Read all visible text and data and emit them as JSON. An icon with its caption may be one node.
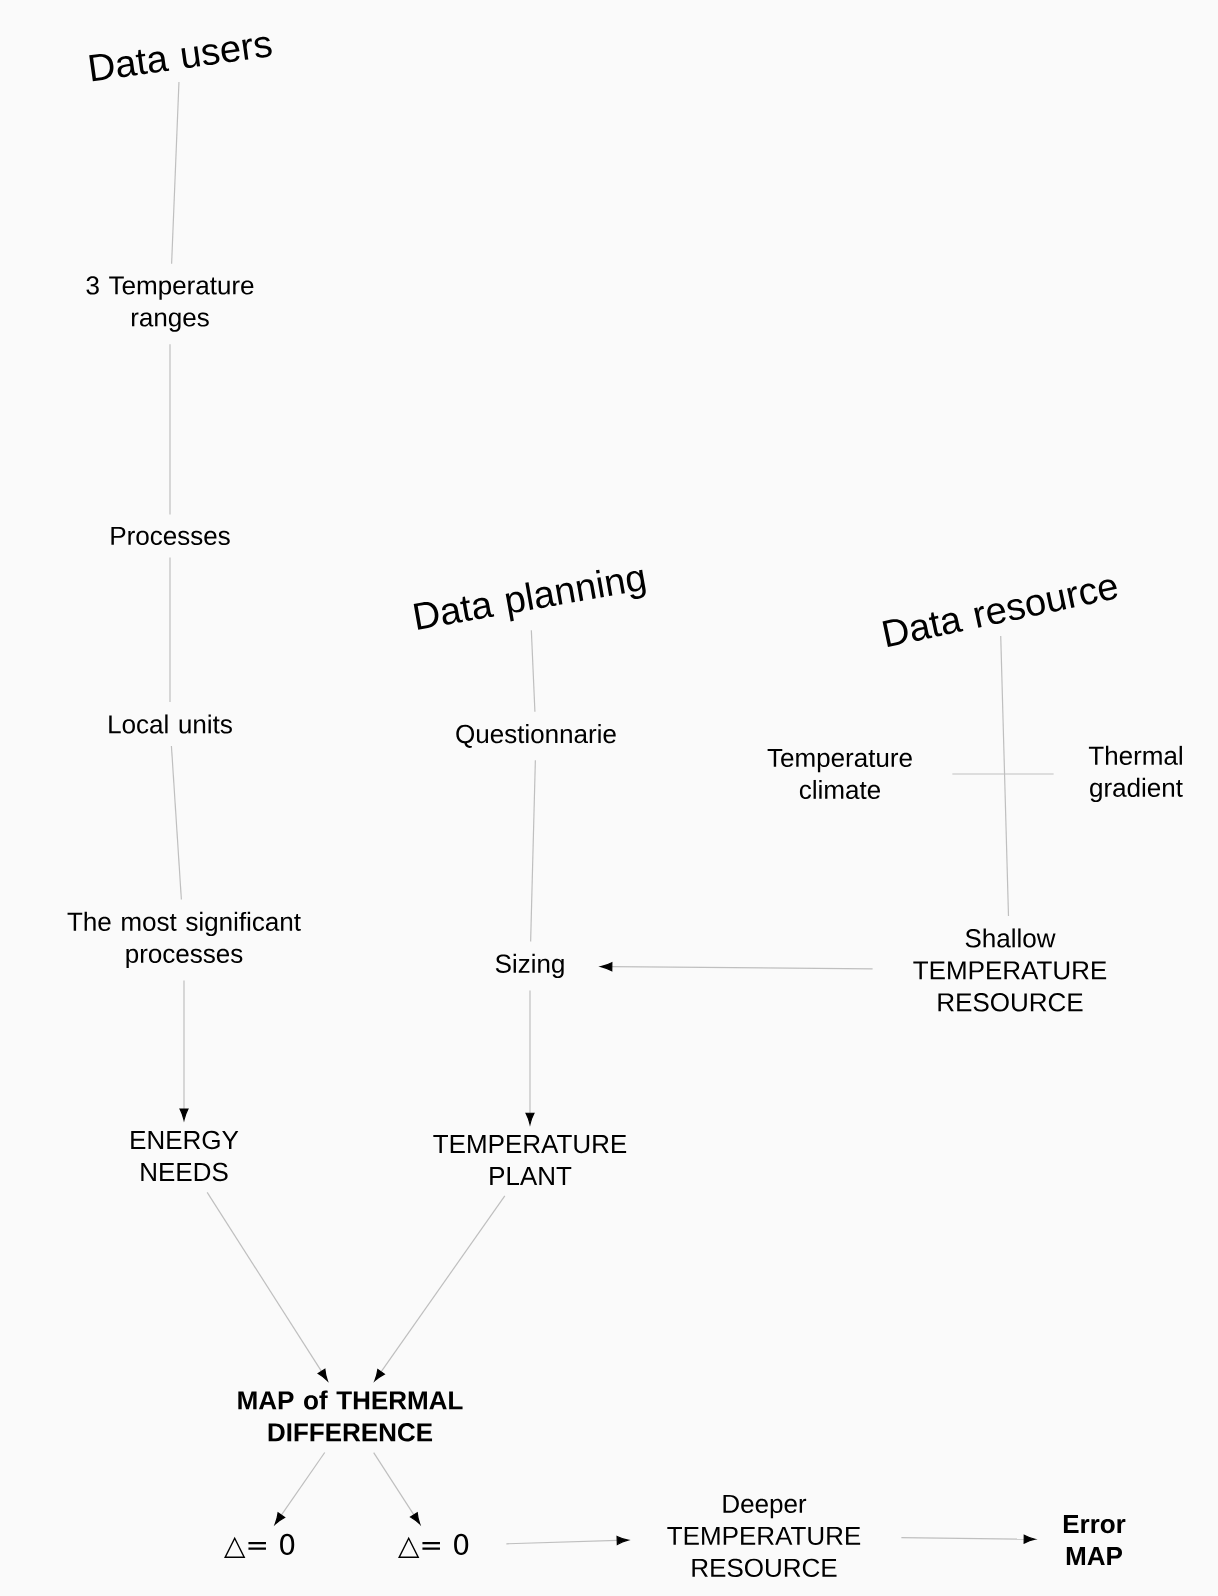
{
  "diagram": {
    "nodes": [
      {
        "text": [
          "Data users"
        ]
      },
      {
        "text": [
          "3 Temperature ranges"
        ]
      },
      {
        "text": [
          "Processes"
        ]
      },
      {
        "text": [
          "Local units"
        ]
      },
      {
        "text": [
          "The most significant processes"
        ]
      },
      {
        "text": [
          "ENERGY NEEDS"
        ]
      },
      {
        "text": [
          "Data planning"
        ]
      },
      {
        "text": [
          "Questionnarie"
        ]
      },
      {
        "text": [
          "Sizing"
        ]
      },
      {
        "text": [
          "TEMPERATURE PLANT"
        ]
      },
      {
        "text": [
          "Data resource"
        ]
      },
      {
        "text": [
          "Temperature climate"
        ]
      },
      {
        "text": [
          "Thermal gradient"
        ]
      },
      {
        "text": [
          "Shallow TEMPERATURE RESOURCE"
        ]
      },
      {
        "text": [
          "MAP of THERMAL DIFFERENCE"
        ]
      },
      {
        "text": [
          "△= 0"
        ]
      },
      {
        "text": [
          "△= 0"
        ]
      },
      {
        "text": [
          "Deeper TEMPERATURE RESOURCE"
        ]
      },
      {
        "text": [
          "Error MAP"
        ]
      }
    ],
    "edges": [
      {
        "from": 0,
        "to": 1,
        "arrow": "none"
      },
      {
        "from": 1,
        "to": 2,
        "arrow": "none"
      },
      {
        "from": 2,
        "to": 3,
        "arrow": "none"
      },
      {
        "from": 3,
        "to": 4,
        "arrow": "none"
      },
      {
        "from": 4,
        "to": 5,
        "arrow": "to"
      },
      {
        "from": 6,
        "to": 7,
        "arrow": "none"
      },
      {
        "from": 7,
        "to": 8,
        "arrow": "none"
      },
      {
        "from": 8,
        "to": 9,
        "arrow": "to"
      },
      {
        "from": 10,
        "to": 13,
        "arrow": "none"
      },
      {
        "from": 11,
        "to": 12,
        "arrow": "none"
      },
      {
        "from": 13,
        "to": 8,
        "arrow": "to"
      },
      {
        "from": 5,
        "to": 14,
        "arrow": "to"
      },
      {
        "from": 9,
        "to": 14,
        "arrow": "to"
      },
      {
        "from": 14,
        "to": 15,
        "arrow": "to"
      },
      {
        "from": 14,
        "to": 16,
        "arrow": "to"
      },
      {
        "from": 16,
        "to": 17,
        "arrow": "to"
      },
      {
        "from": 17,
        "to": 18,
        "arrow": "to"
      }
    ]
  }
}
